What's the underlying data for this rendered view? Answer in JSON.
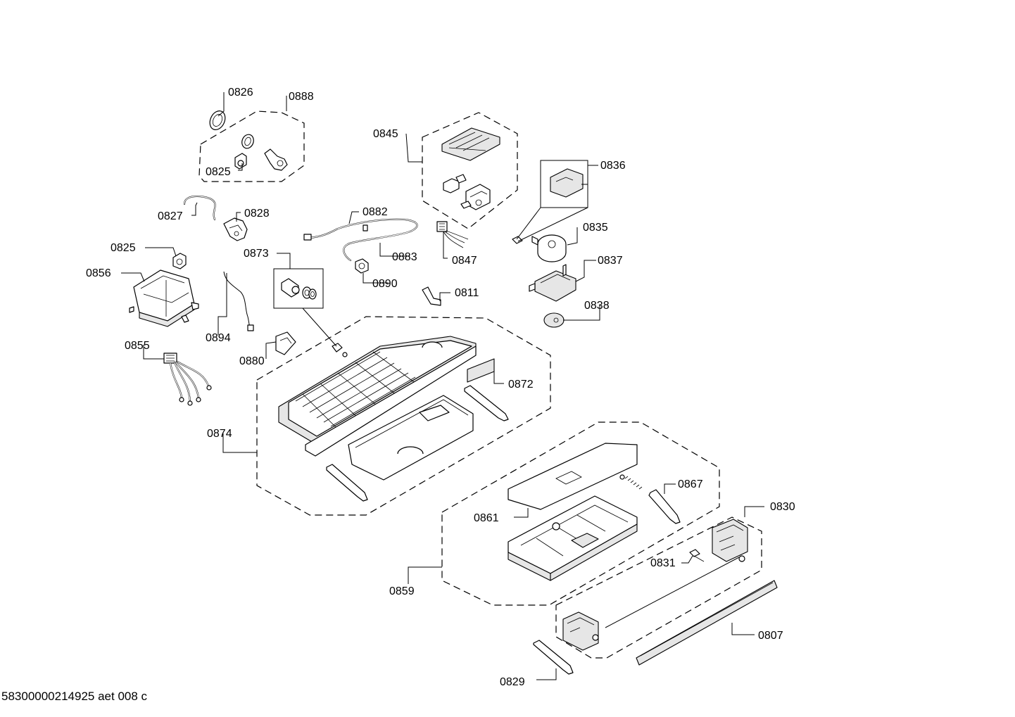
{
  "labels": {
    "p0826": "0826",
    "p0888": "0888",
    "p0825a": "0825",
    "p0827": "0827",
    "p0828": "0828",
    "p0825b": "0825",
    "p0856": "0856",
    "p0873": "0873",
    "p0882": "0882",
    "p0883": "0883",
    "p0890": "0890",
    "p0845": "0845",
    "p0847": "0847",
    "p0836": "0836",
    "p0835": "0835",
    "p0837": "0837",
    "p0811": "0811",
    "p0838": "0838",
    "p0894": "0894",
    "p0855": "0855",
    "p0880": "0880",
    "p0872": "0872",
    "p0874": "0874",
    "p0867": "0867",
    "p0861": "0861",
    "p0830": "0830",
    "p0831": "0831",
    "p0859": "0859",
    "p0807": "0807",
    "p0829": "0829"
  },
  "footer": {
    "document_id": "58300000214925 aet 008 c"
  }
}
